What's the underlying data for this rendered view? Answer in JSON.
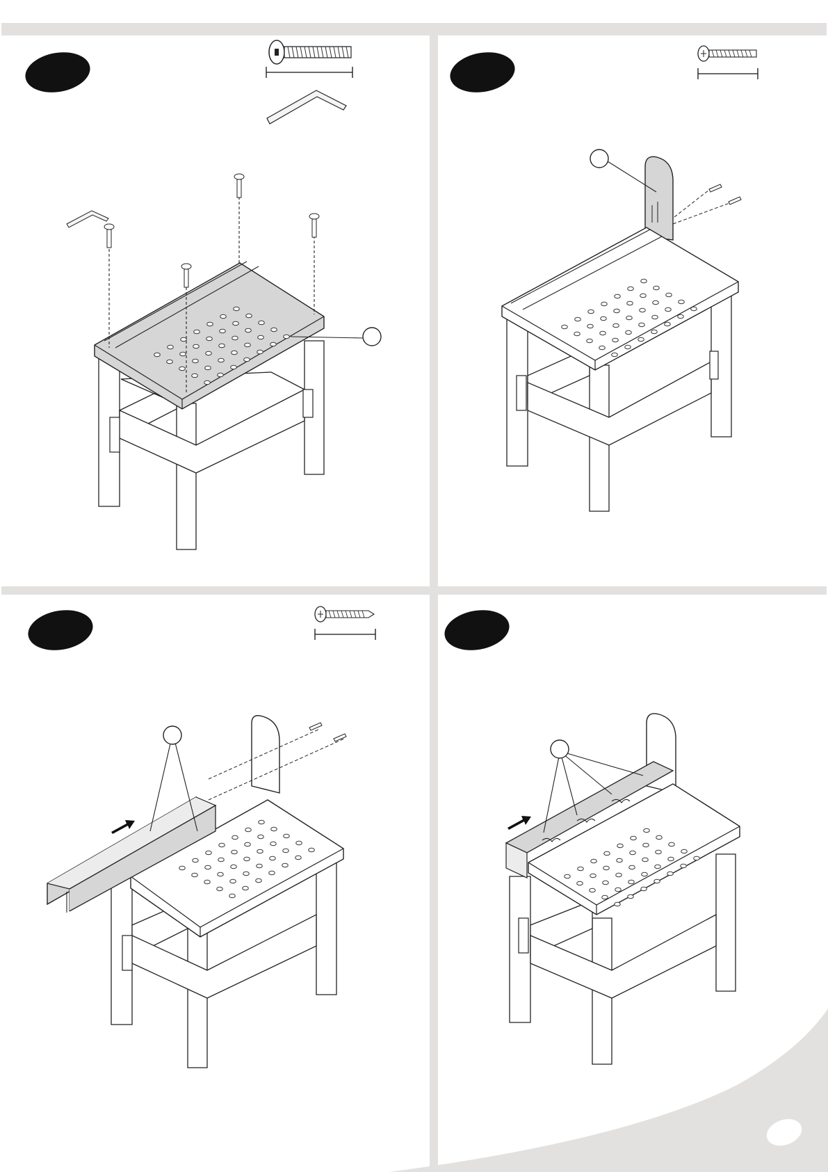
{
  "page": {
    "background_color": "#ffffff",
    "band_color": "#e3e1df",
    "corner_swoosh_color": "#e3e1df"
  },
  "colors": {
    "ink": "#111111",
    "panel_grey": "#d6d6d6",
    "hardware_grey": "#cfcfcf"
  },
  "steps": [
    {
      "hardware": [
        "long-bolt",
        "hex-key"
      ],
      "assembly": "table-top",
      "part_callouts": 1,
      "fastener_count": 4
    },
    {
      "hardware": [
        "short-screw"
      ],
      "assembly": "back-panel",
      "part_callouts": 1,
      "fastener_count": 2
    },
    {
      "hardware": [
        "wood-screw"
      ],
      "assembly": "shelf-board-slide-in",
      "part_callouts": 1,
      "fastener_count": 2
    },
    {
      "hardware": [],
      "assembly": "shelf-board-installed",
      "part_callouts": 1,
      "fastener_count": 0
    }
  ]
}
